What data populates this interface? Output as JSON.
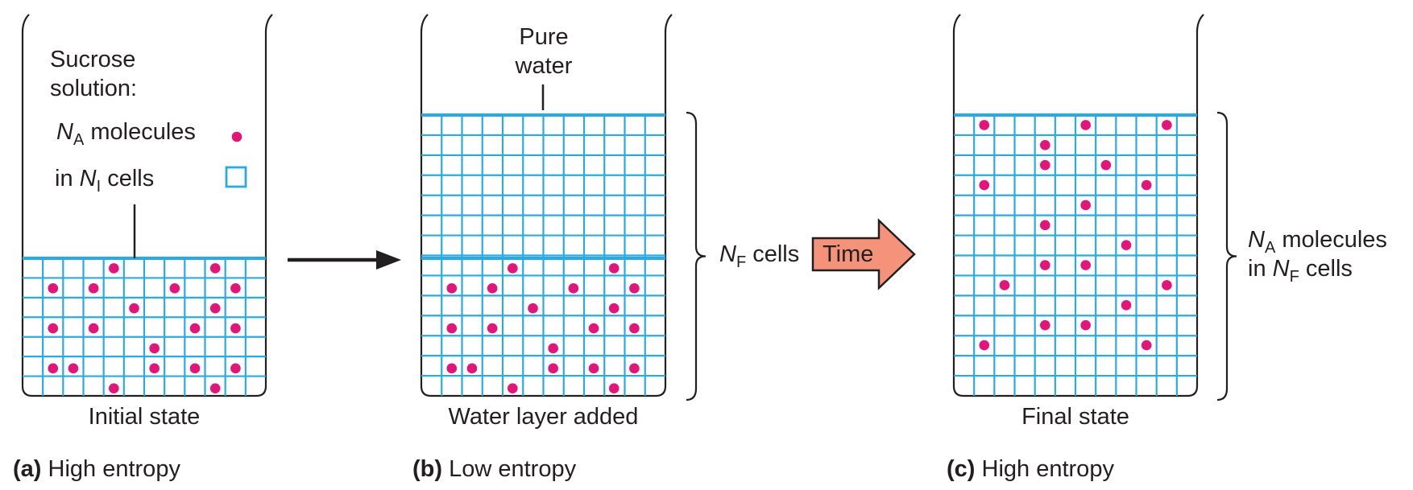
{
  "colors": {
    "grid": "#29abe2",
    "molecule": "#e2167a",
    "ink": "#231f20",
    "time_arrow_fill": "#f4937a"
  },
  "panel_a": {
    "legend_title_1": "Sucrose",
    "legend_title_2": "solution:",
    "legend_molecules_symbol": "N",
    "legend_molecules_sub": "A",
    "legend_molecules_text": "molecules",
    "legend_cells_prefix": "in",
    "legend_cells_symbol": "N",
    "legend_cells_sub": "I",
    "legend_cells_text": "cells",
    "state_label": "Initial state",
    "caption_letter": "(a)",
    "caption_text": "High entropy"
  },
  "panel_b": {
    "water_label_1": "Pure",
    "water_label_2": "water",
    "state_label": "Water layer added",
    "brace_symbol": "N",
    "brace_sub": "F",
    "brace_text": "cells",
    "caption_letter": "(b)",
    "caption_text": "Low entropy"
  },
  "time_arrow": {
    "label": "Time"
  },
  "panel_c": {
    "state_label": "Final state",
    "brace_line1_symbol": "N",
    "brace_line1_sub": "A",
    "brace_line1_text": "molecules",
    "brace_line2_prefix": "in",
    "brace_line2_symbol": "N",
    "brace_line2_sub": "F",
    "brace_line2_text": "cells",
    "caption_letter": "(c)",
    "caption_text": "High entropy"
  }
}
